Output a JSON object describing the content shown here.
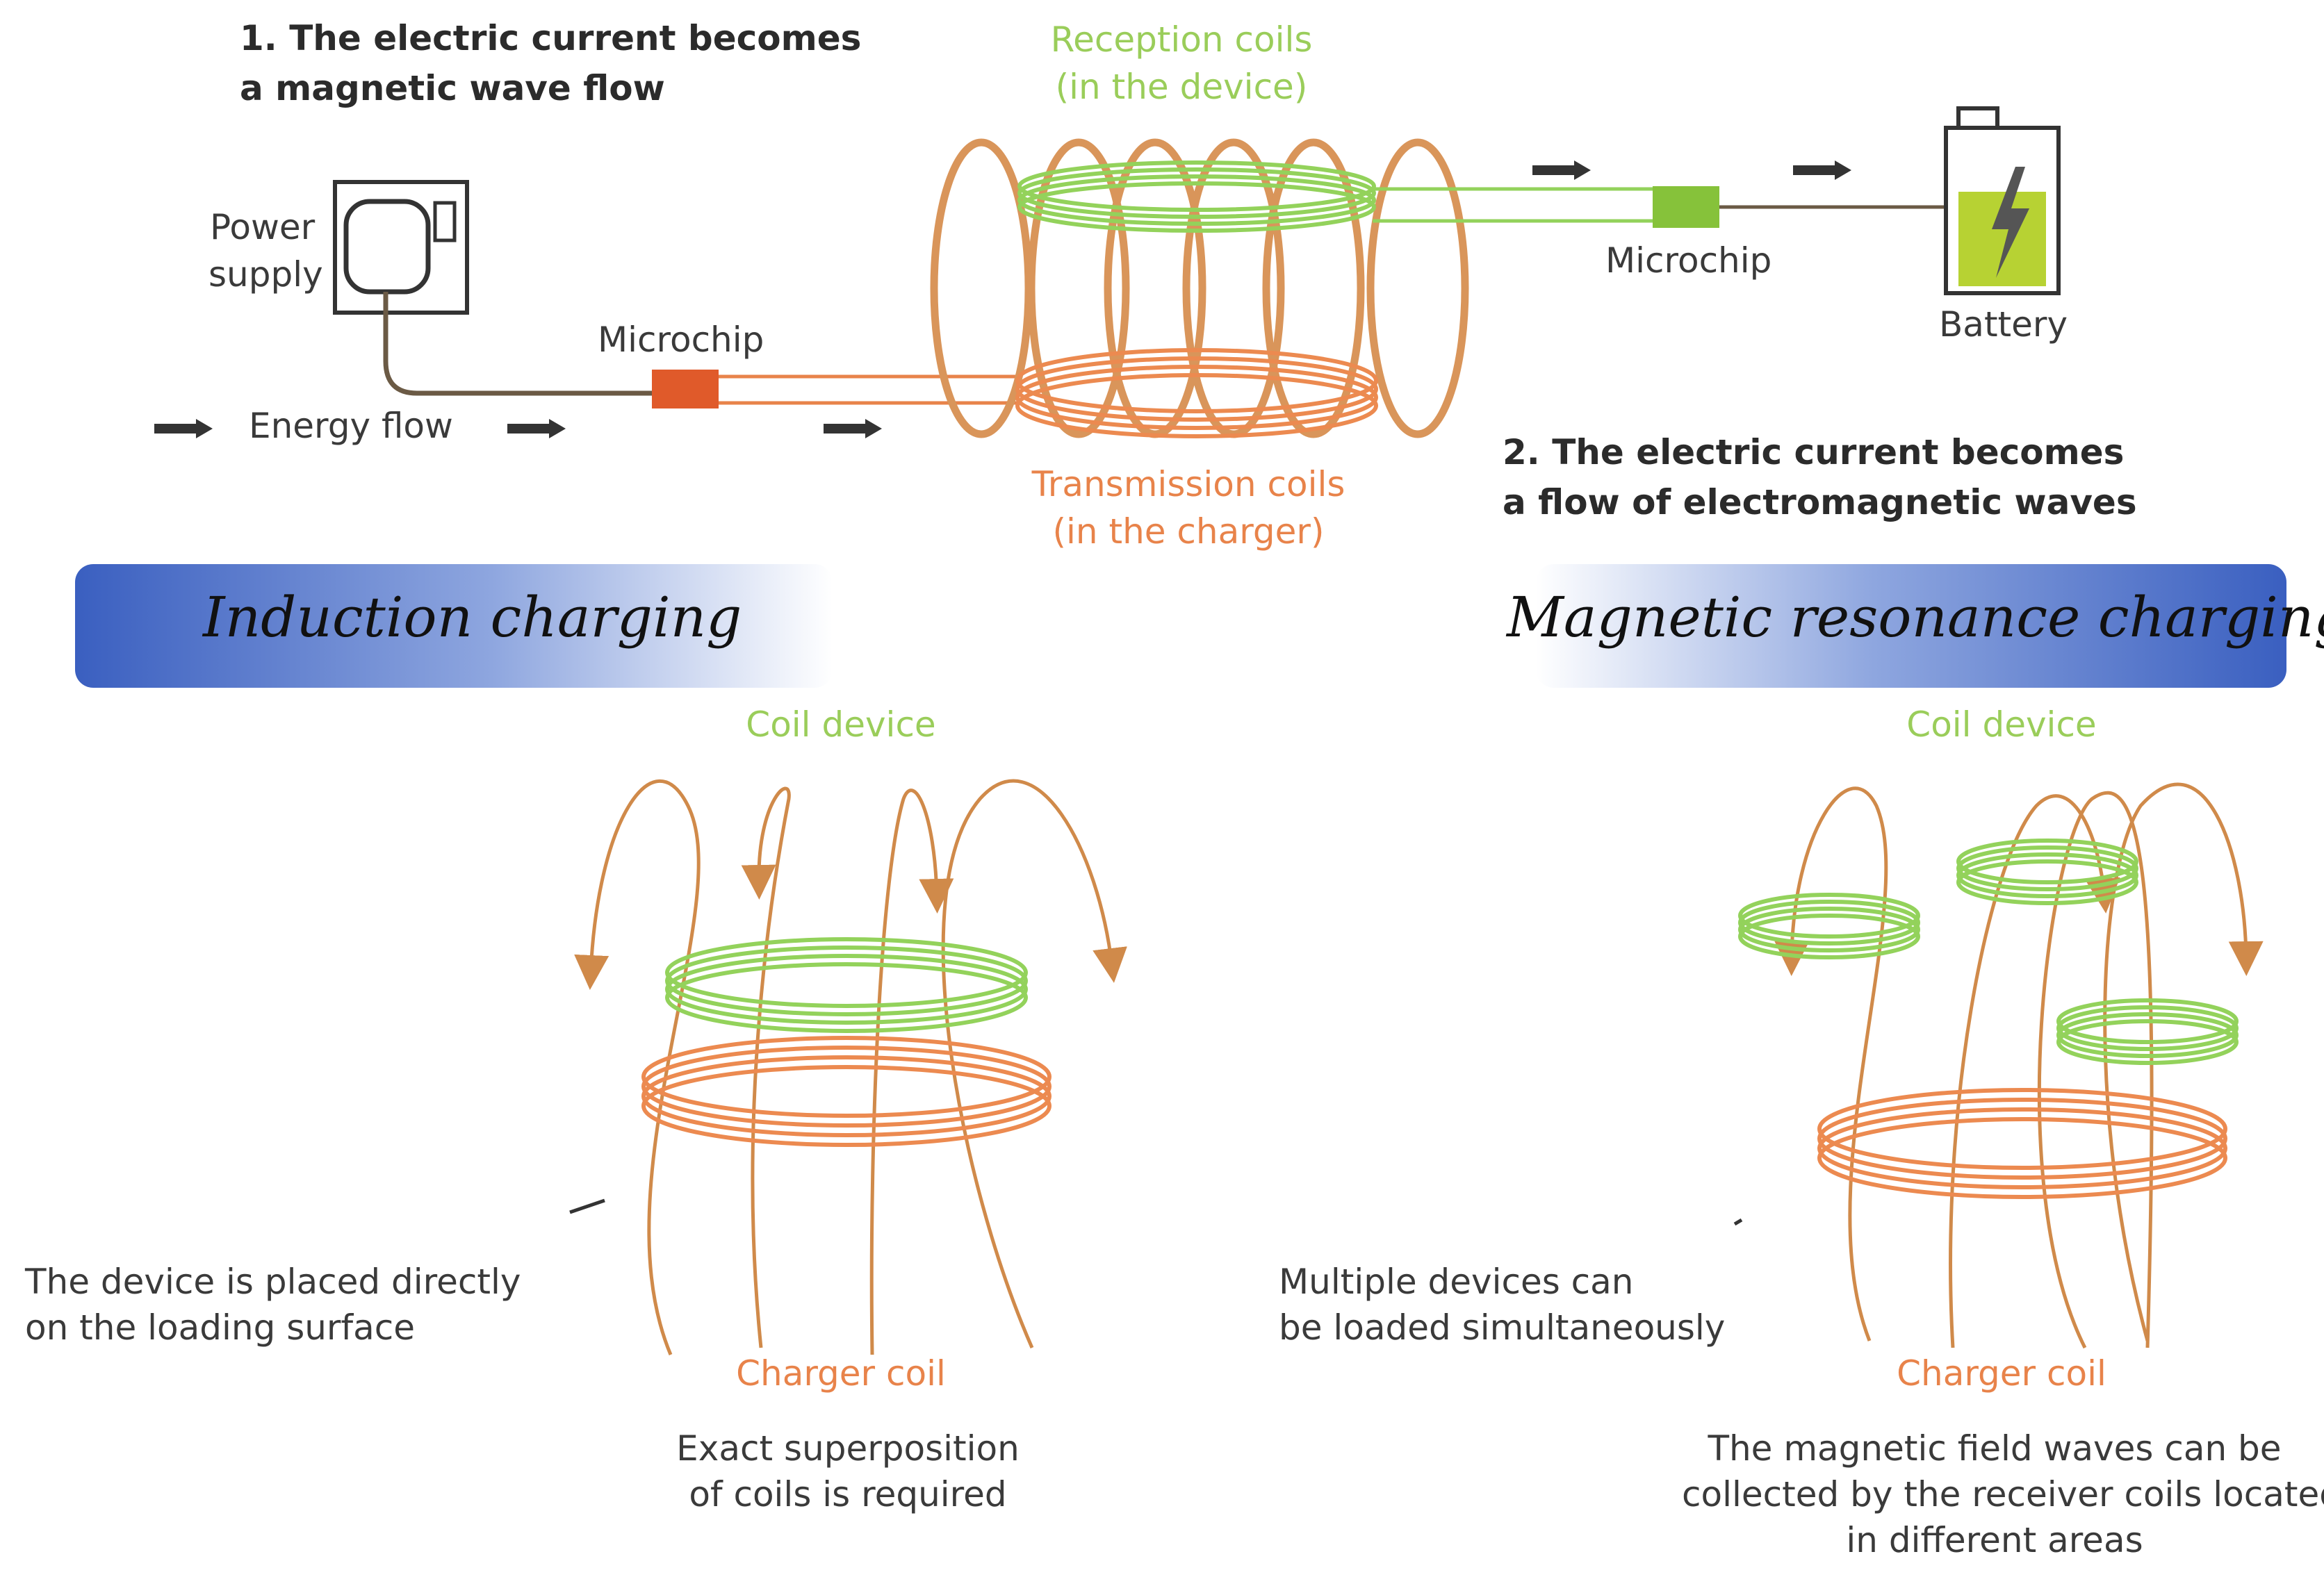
{
  "top": {
    "step1_line1": "1. The electric current becomes",
    "step1_line2": "a magnetic wave flow",
    "power_supply_line1": "Power",
    "power_supply_line2": "supply",
    "energy_flow": "Energy flow",
    "microchip_left": "Microchip",
    "reception_line1": "Reception coils",
    "reception_line2": "(in the device)",
    "transmission_line1": "Transmission coils",
    "transmission_line2": "(in the charger)",
    "microchip_right": "Microchip",
    "battery": "Battery",
    "step2_line1": "2. The electric current becomes",
    "step2_line2": "a flow of electromagnetic waves"
  },
  "banners": {
    "left": "Induction charging",
    "right": "Magnetic resonance charging"
  },
  "induction": {
    "coil_device": "Coil device",
    "charger_coil": "Charger coil",
    "side_line1": "The device is placed directly",
    "side_line2": "on the loading surface",
    "bottom_line1": "Exact superposition",
    "bottom_line2": "of coils is required"
  },
  "resonance": {
    "coil_device": "Coil device",
    "charger_coil": "Charger coil",
    "side_line1": "Multiple devices can",
    "side_line2": "be loaded simultaneously",
    "bottom_line1": "The magnetic field waves can be",
    "bottom_line2": "collected by the receiver coils located",
    "bottom_line3": "in different areas"
  },
  "colors": {
    "green": "#9acd5a",
    "orange": "#e8834a",
    "field_line": "#d08a4a",
    "banner_blue": "#3d63c2"
  }
}
